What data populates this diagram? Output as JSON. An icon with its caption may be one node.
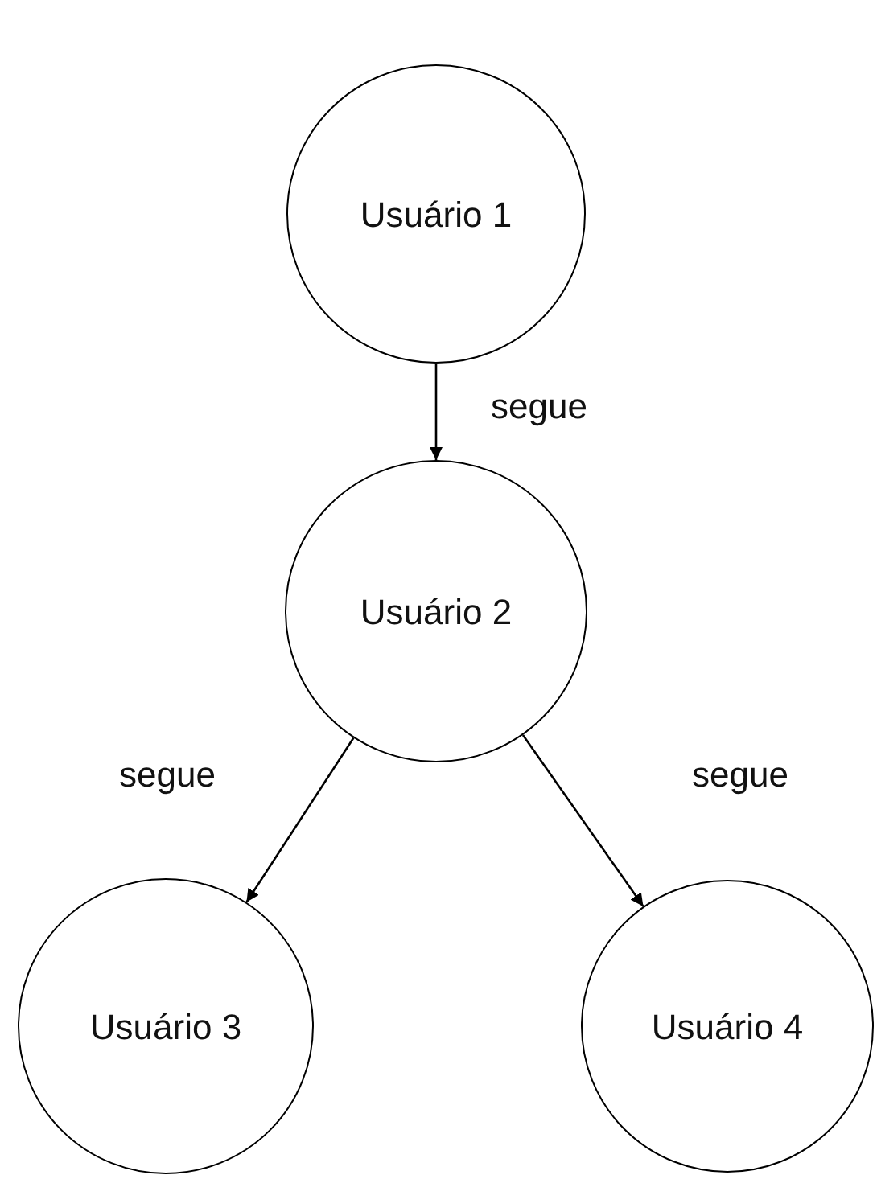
{
  "diagram": {
    "nodes": [
      {
        "text": [
          "Usuário 1"
        ]
      },
      {
        "text": [
          "Usuário 2"
        ]
      },
      {
        "text": [
          "Usuário 3"
        ]
      },
      {
        "text": [
          "Usuário 4"
        ]
      }
    ],
    "edges": [
      {
        "from": 0,
        "to": 1,
        "arrow": "to",
        "label": "segue"
      },
      {
        "from": 1,
        "to": 2,
        "arrow": "to",
        "label": "segue"
      },
      {
        "from": 1,
        "to": 3,
        "arrow": "to",
        "label": "segue"
      }
    ]
  }
}
